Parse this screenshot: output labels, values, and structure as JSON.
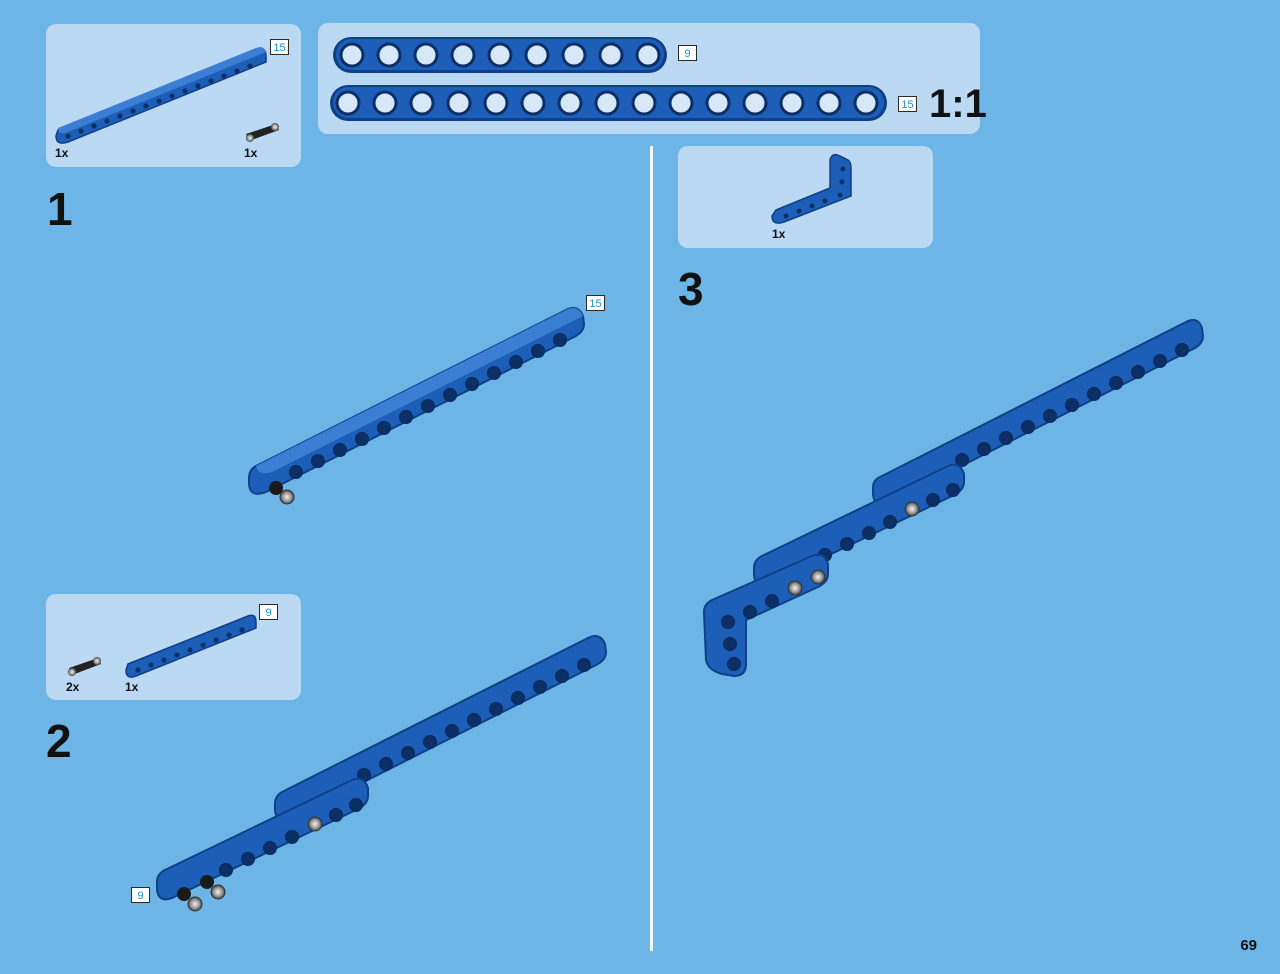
{
  "page_number": "69",
  "scale_label": "1:1",
  "colors": {
    "background": "#6cb5e6",
    "panel": "#bcd9f3",
    "beam": "#1d5fb8",
    "beam_dark": "#0f3f85",
    "beam_light": "#3a7fd3"
  },
  "ruler": {
    "beam_9_label": "9",
    "beam_15_label": "15"
  },
  "steps": [
    {
      "number": "1",
      "parts": [
        {
          "qty": "1x",
          "icon": "beam-15-icon",
          "length_label": "15"
        },
        {
          "qty": "1x",
          "icon": "connector-pin-icon"
        }
      ],
      "callout": "15"
    },
    {
      "number": "2",
      "parts": [
        {
          "qty": "2x",
          "icon": "connector-pin-icon"
        },
        {
          "qty": "1x",
          "icon": "beam-9-icon",
          "length_label": "9"
        }
      ],
      "callout": "9"
    },
    {
      "number": "3",
      "parts": [
        {
          "qty": "1x",
          "icon": "angled-beam-icon"
        }
      ]
    }
  ]
}
